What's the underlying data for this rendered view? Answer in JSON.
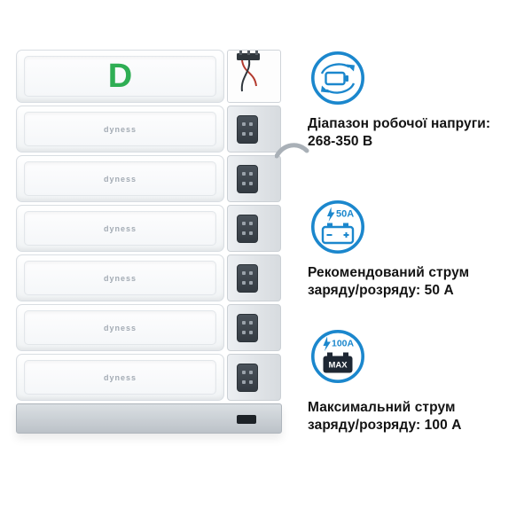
{
  "brand": {
    "name": "Dyness",
    "logo_letter": "D",
    "module_label": "dyness"
  },
  "features": [
    {
      "line1": "Діапазон робочої напруги:",
      "line2": "268-350 В"
    },
    {
      "badge": "50A",
      "line1": "Рекомендований струм",
      "line2": "заряду/розряду: 50 А"
    },
    {
      "badge": "100A",
      "max": "MAX",
      "line1": "Максимальний струм",
      "line2": "заряду/розряду: 100 А"
    }
  ],
  "colors": {
    "accent": "#1b87cd",
    "brand_green": "#2fae54",
    "text": "#131313"
  }
}
